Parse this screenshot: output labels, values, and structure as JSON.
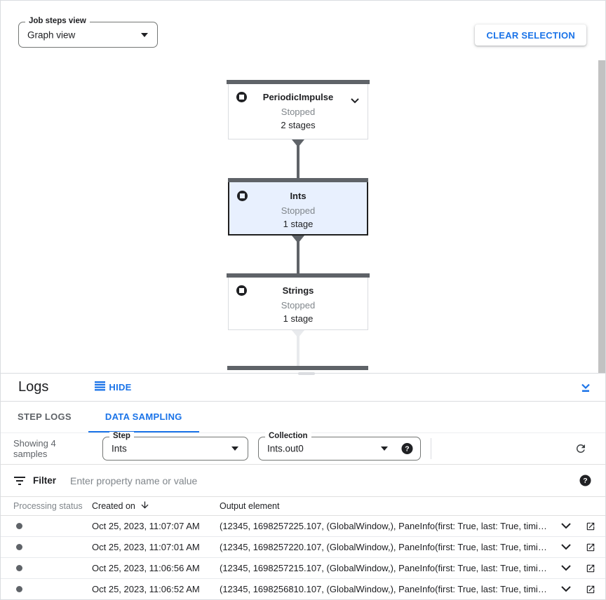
{
  "toolbar": {
    "job_steps_view": {
      "label": "Job steps view",
      "value": "Graph view"
    },
    "clear_selection_label": "CLEAR SELECTION"
  },
  "graph": {
    "nodes": [
      {
        "title": "PeriodicImpulse",
        "status": "Stopped",
        "stages": "2 stages",
        "selected": false
      },
      {
        "title": "Ints",
        "status": "Stopped",
        "stages": "1 stage",
        "selected": true
      },
      {
        "title": "Strings",
        "status": "Stopped",
        "stages": "1 stage",
        "selected": false
      }
    ]
  },
  "logs": {
    "title": "Logs",
    "hide_label": "HIDE",
    "tabs": {
      "step_logs": "STEP LOGS",
      "data_sampling": "DATA SAMPLING"
    },
    "showing": "Showing 4 samples",
    "step_select": {
      "label": "Step",
      "value": "Ints"
    },
    "collection_select": {
      "label": "Collection",
      "value": "Ints.out0"
    },
    "filter": {
      "label": "Filter",
      "placeholder": "Enter property name or value"
    },
    "table": {
      "headers": {
        "status": "Processing status",
        "created": "Created on",
        "output": "Output element"
      },
      "rows": [
        {
          "created_on": "Oct 25, 2023, 11:07:07 AM",
          "output_element": "(12345, 1698257225.107, (GlobalWindow,), PaneInfo(first: True, last: True, timing…"
        },
        {
          "created_on": "Oct 25, 2023, 11:07:01 AM",
          "output_element": "(12345, 1698257220.107, (GlobalWindow,), PaneInfo(first: True, last: True, timing…"
        },
        {
          "created_on": "Oct 25, 2023, 11:06:56 AM",
          "output_element": "(12345, 1698257215.107, (GlobalWindow,), PaneInfo(first: True, last: True, timing…"
        },
        {
          "created_on": "Oct 25, 2023, 11:06:52 AM",
          "output_element": "(12345, 1698256810.107, (GlobalWindow,), PaneInfo(first: True, last: True, timing…"
        }
      ]
    }
  },
  "icons": {
    "dropdown-arrow-icon": "▼",
    "stop-circle-icon": "circle with square hole (stopped)",
    "chevron-down-icon": "⌄",
    "collapse-panel-icon": "⌄ with underline",
    "hide-list-icon": "4 horizontal lines",
    "help-icon": "? in filled circle",
    "refresh-icon": "circular arrow",
    "filter-list-icon": "3 shrinking lines",
    "sort-desc-icon": "↓",
    "open-in-new-icon": "box with arrow",
    "status-dot-icon": "filled gray circle"
  },
  "colors": {
    "accent": "#1a73e8",
    "node_bar": "#5f6368",
    "node_selected_bg": "#e8f0fe",
    "status_dot": "#5f6368",
    "text_primary": "#202124",
    "text_secondary": "#80868b"
  }
}
